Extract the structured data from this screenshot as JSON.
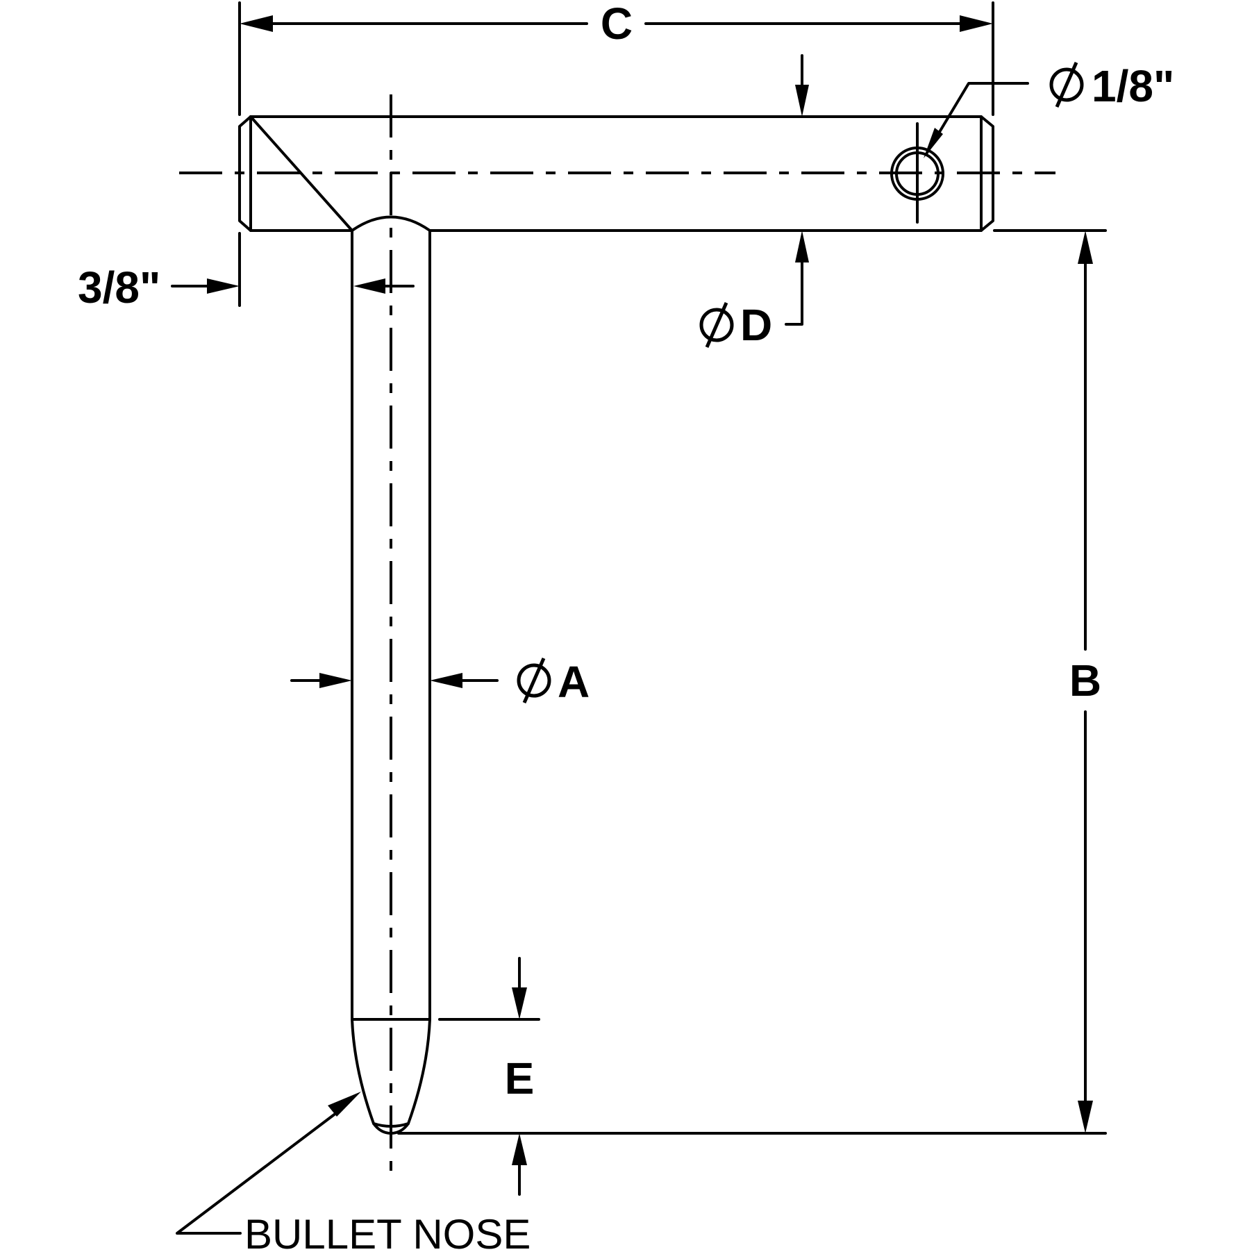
{
  "diagram": {
    "labels": {
      "c": "C",
      "b": "B",
      "e": "E",
      "phi_a": "A",
      "phi_d": "D",
      "hole_dia": "1/8\"",
      "chamfer": "3/8\"",
      "bullet_nose": "BULLET NOSE"
    }
  }
}
